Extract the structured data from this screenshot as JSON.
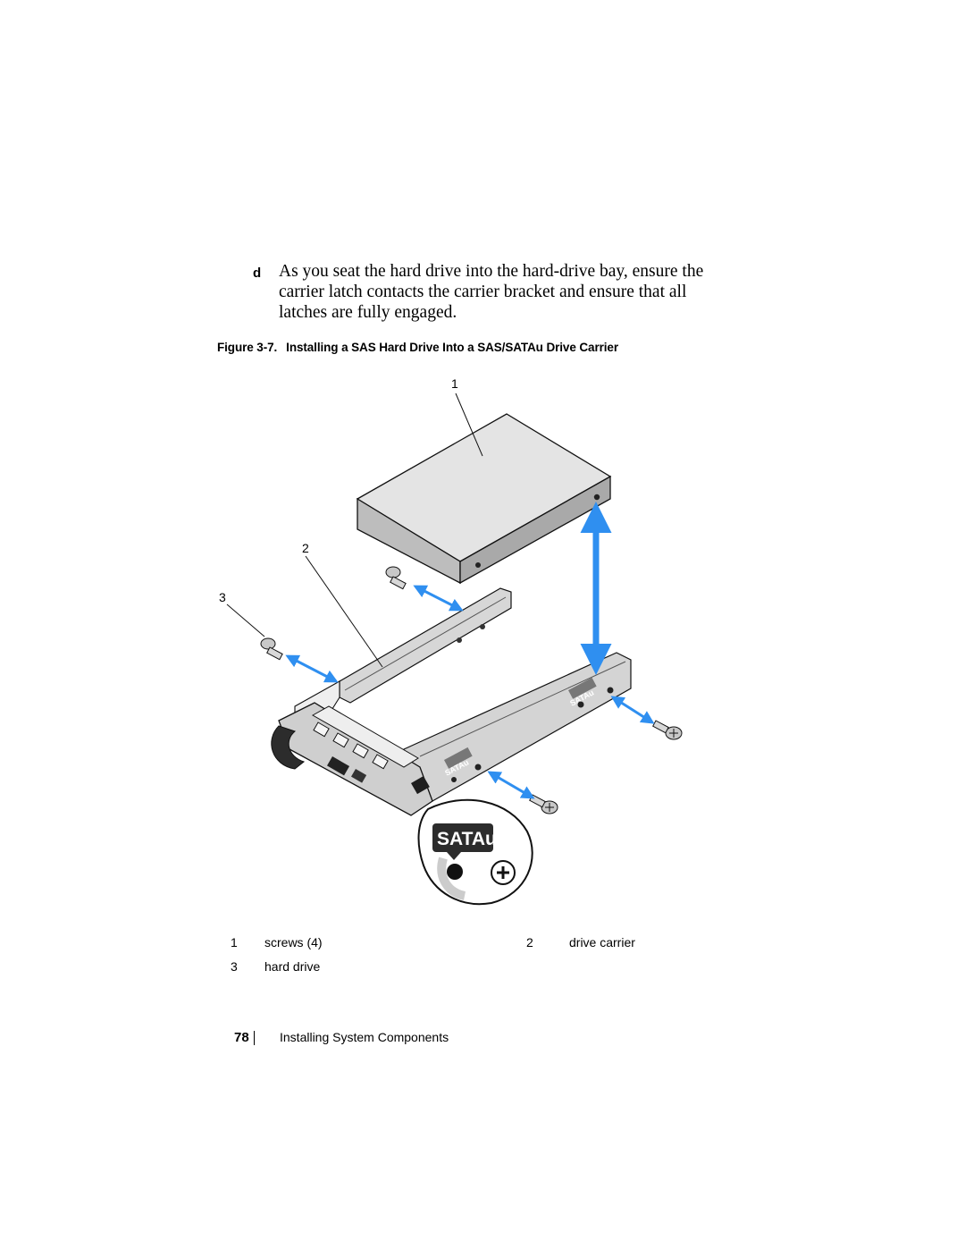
{
  "step": {
    "marker": "d",
    "text": "As you seat the hard drive into the hard-drive bay, ensure the carrier latch contacts the carrier bracket and ensure that all latches are fully engaged."
  },
  "figure": {
    "number": "Figure 3-7.",
    "title": "Installing a SAS Hard Drive Into a SAS/SATAu Drive Carrier",
    "callouts": [
      "1",
      "2",
      "3"
    ],
    "badge_text": "SATAu",
    "carrier_label": "SATAu",
    "accent_color": "#2f8ff0"
  },
  "legend": [
    {
      "num": "1",
      "label": "screws (4)"
    },
    {
      "num": "2",
      "label": "drive carrier"
    },
    {
      "num": "3",
      "label": "hard drive"
    }
  ],
  "footer": {
    "page_number": "78",
    "section": "Installing System Components"
  }
}
